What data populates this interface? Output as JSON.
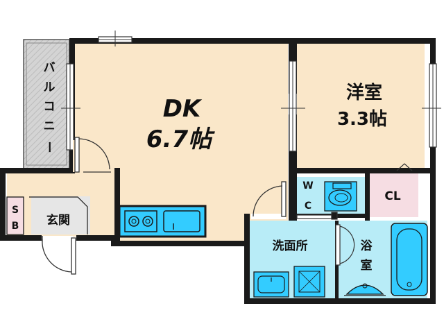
{
  "floorplan": {
    "rooms": {
      "dk": {
        "name": "DK",
        "size": "6.7帖"
      },
      "western_room": {
        "name": "洋室",
        "size": "3.3帖"
      },
      "balcony": {
        "chars": [
          "バ",
          "ル",
          "コ",
          "ニ",
          "ー"
        ]
      },
      "closet": {
        "name": "CL"
      },
      "toilet": {
        "chars": [
          "W",
          "C"
        ]
      },
      "washroom": {
        "name": "洗面所"
      },
      "bathroom": {
        "chars": [
          "浴",
          "室"
        ]
      },
      "entrance": {
        "name": "玄関"
      },
      "shoe_box": {
        "chars": [
          "S",
          "B"
        ]
      }
    },
    "colors": {
      "floor": "#fae7c9",
      "wet_area": "#b8ecf7",
      "closet": "#f6dde3",
      "balcony": "#d4d4d4",
      "wall": "#1a1a1a",
      "fixture": "#33ccff"
    }
  }
}
